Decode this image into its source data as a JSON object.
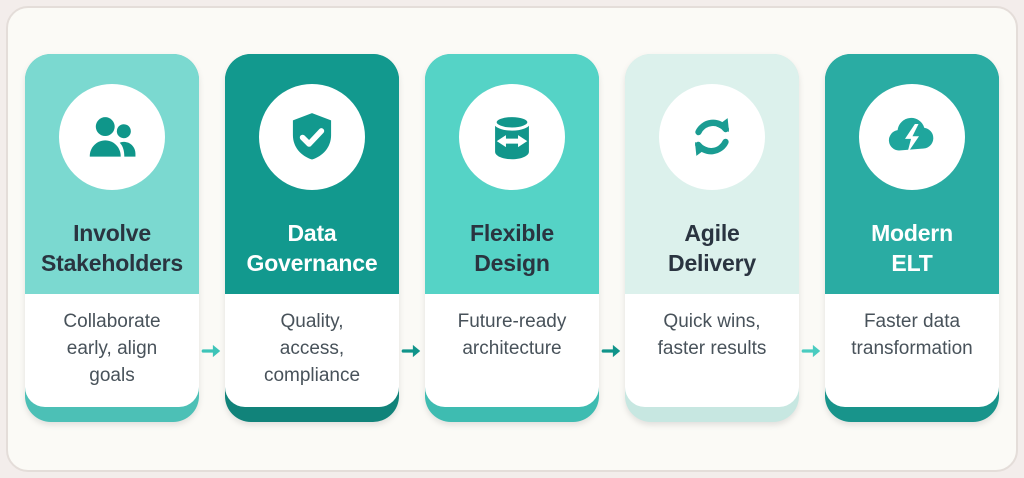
{
  "panel": {
    "outer_bg": "#F3EDEB",
    "bg": "#FBFAF6",
    "border": "#E4DDD9"
  },
  "text": {
    "description_color": "#48525A"
  },
  "cards": [
    {
      "title": "Involve Stakeholders",
      "title_lines": [
        "Involve",
        "Stakeholders"
      ],
      "description": "Collaborate early, align goals",
      "description_lines": [
        "Collaborate",
        "early, align",
        "goals"
      ],
      "icon": "people-icon",
      "colors": {
        "top": "#7BD9D0",
        "bar": "#4CC0B6",
        "title": "#2A3440",
        "icon": "#0F968A"
      }
    },
    {
      "title": "Data Governance",
      "title_lines": [
        "Data",
        "Governance"
      ],
      "description": "Quality, access, compliance",
      "description_lines": [
        "Quality,",
        "access,",
        "compliance"
      ],
      "icon": "shield-check-icon",
      "colors": {
        "top": "#12998E",
        "bar": "#11837A",
        "title": "#FFFFFF",
        "icon": "#12998E"
      }
    },
    {
      "title": "Flexible Design",
      "title_lines": [
        "Flexible",
        "Design"
      ],
      "description": "Future-ready architecture",
      "description_lines": [
        "Future-ready",
        "architecture"
      ],
      "icon": "database-sync-icon",
      "colors": {
        "top": "#55D3C6",
        "bar": "#3EBCB1",
        "title": "#2A3440",
        "icon": "#11968B"
      }
    },
    {
      "title": "Agile Delivery",
      "title_lines": [
        "Agile",
        "Delivery"
      ],
      "description": "Quick wins, faster results",
      "description_lines": [
        "Quick wins,",
        "faster results"
      ],
      "icon": "refresh-cycle-icon",
      "colors": {
        "top": "#DCF1EC",
        "bar": "#C7E7E1",
        "title": "#2A3440",
        "icon": "#1A9C92"
      }
    },
    {
      "title": "Modern ELT",
      "title_lines": [
        "Modern",
        "ELT"
      ],
      "description": "Faster data transformation",
      "description_lines": [
        "Faster data",
        "transformation"
      ],
      "icon": "cloud-bolt-icon",
      "colors": {
        "top": "#2AACA3",
        "bar": "#18948B",
        "title": "#FFFFFF",
        "icon": "#1FA69D"
      }
    }
  ],
  "arrows": [
    {
      "color": "#3EC4B8"
    },
    {
      "color": "#11948A"
    },
    {
      "color": "#11948A"
    },
    {
      "color": "#4ACCC0"
    }
  ]
}
